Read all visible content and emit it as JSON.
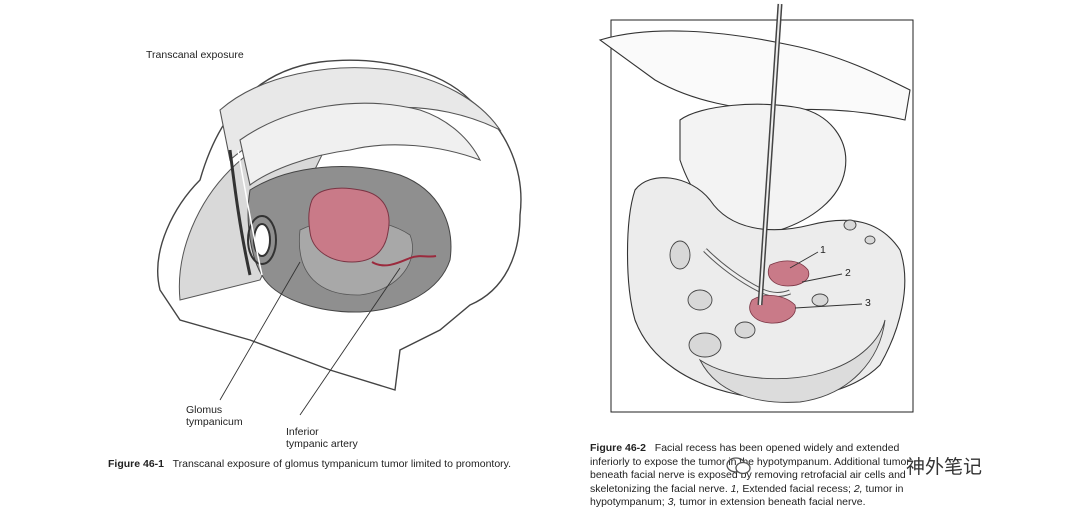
{
  "left_figure": {
    "top_label": "Transcanal exposure",
    "callout_glomus": [
      "Glomus",
      "tympanicum"
    ],
    "callout_artery": [
      "Inferior",
      "tympanic artery"
    ],
    "caption_num": "Figure 46-1",
    "caption_text": "Transcanal exposure of glomus tympanicum tumor limited to promontory."
  },
  "right_figure": {
    "callouts": [
      "1",
      "2",
      "3"
    ],
    "caption_num": "Figure 46-2",
    "caption_lines": [
      "Facial recess has been opened widely and extended",
      "inferiorly to expose the tumor in the hypotympanum. Additional tumor",
      "beneath facial nerve is exposed by removing retrofacial air cells and",
      "skeletonizing the facial nerve."
    ],
    "legend_1_num": "1,",
    "legend_1_text": "Extended facial recess;",
    "legend_2_num": "2,",
    "legend_2_text": "tumor in",
    "legend_2b_text": "hypotympanum;",
    "legend_3_num": "3,",
    "legend_3_text": "tumor in extension beneath facial nerve."
  },
  "watermark": {
    "text": "神外笔记",
    "icon": "wechat-bubble-icon"
  },
  "colors": {
    "tumor": "#c97a88",
    "line": "#333333",
    "shade": "#b8b8b8"
  }
}
